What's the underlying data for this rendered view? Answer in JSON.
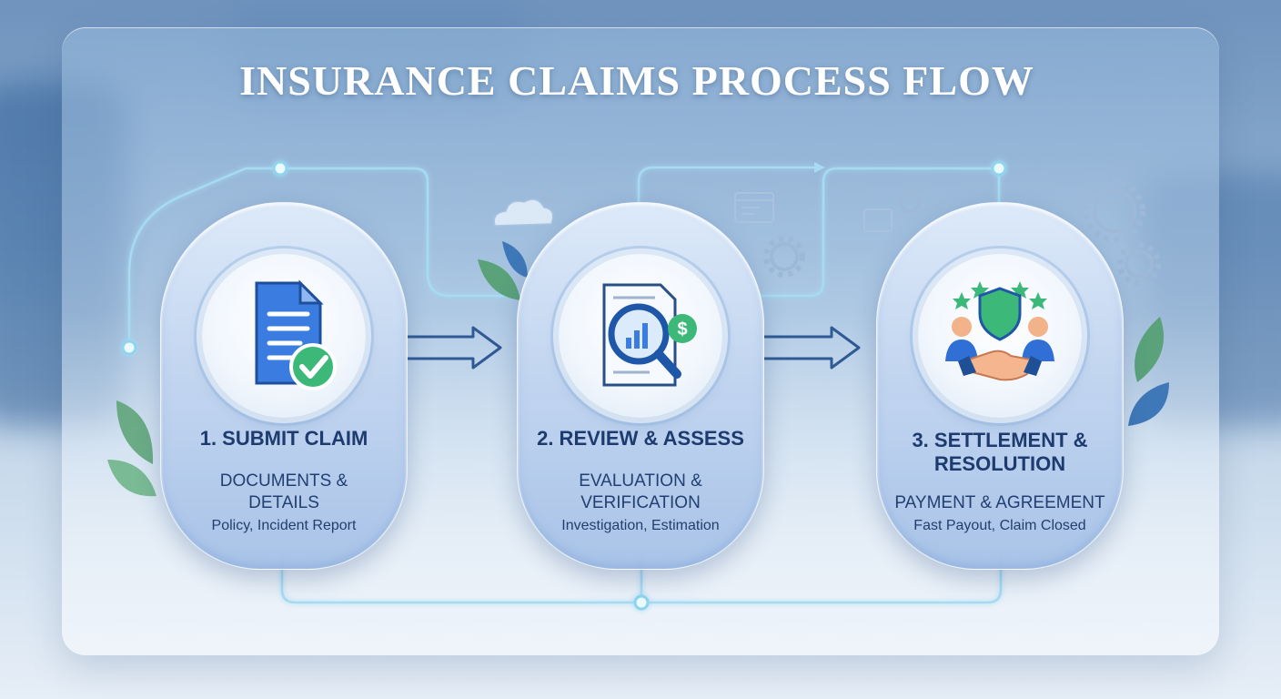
{
  "title": "INSURANCE CLAIMS PROCESS FLOW",
  "steps": [
    {
      "title": "1. SUBMIT CLAIM",
      "subtitle": [
        "DOCUMENTS &",
        "DETAILS"
      ],
      "detail": "Policy, Incident Report",
      "icon": "document-check-icon"
    },
    {
      "title": "2. REVIEW & ASSESS",
      "subtitle": [
        "EVALUATION &",
        "VERIFICATION"
      ],
      "detail": "Investigation, Estimation",
      "icon": "magnifier-report-icon"
    },
    {
      "title_lines": [
        "3. SETTLEMENT &",
        "RESOLUTION"
      ],
      "subtitle": [
        "PAYMENT & AGREEMENT"
      ],
      "detail": "Fast Payout, Claim Closed",
      "icon": "handshake-shield-icon"
    }
  ],
  "colors": {
    "title_text": "#ffffff",
    "card_text": "#1d3b6e",
    "arrow": "#2f5a94",
    "connector": "#9fd6f0",
    "check_green": "#3cb878",
    "doc_blue": "#2f6fd6"
  }
}
